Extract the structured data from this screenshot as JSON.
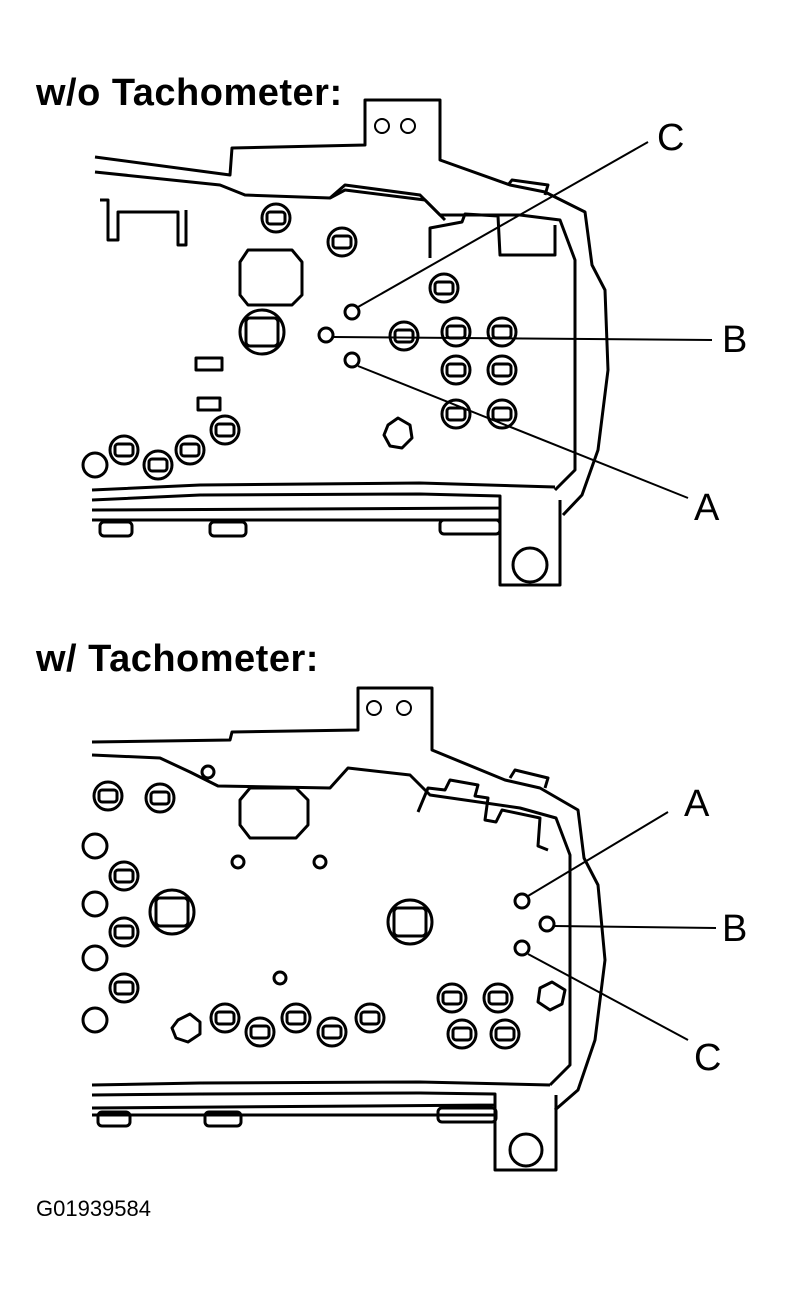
{
  "sections": [
    {
      "heading": "w/o Tachometer:",
      "callouts": {
        "a": "A",
        "b": "B",
        "c": "C"
      }
    },
    {
      "heading": "w/ Tachometer:",
      "callouts": {
        "a": "A",
        "b": "B",
        "c": "C"
      }
    }
  ],
  "figure_code": "G01939584"
}
